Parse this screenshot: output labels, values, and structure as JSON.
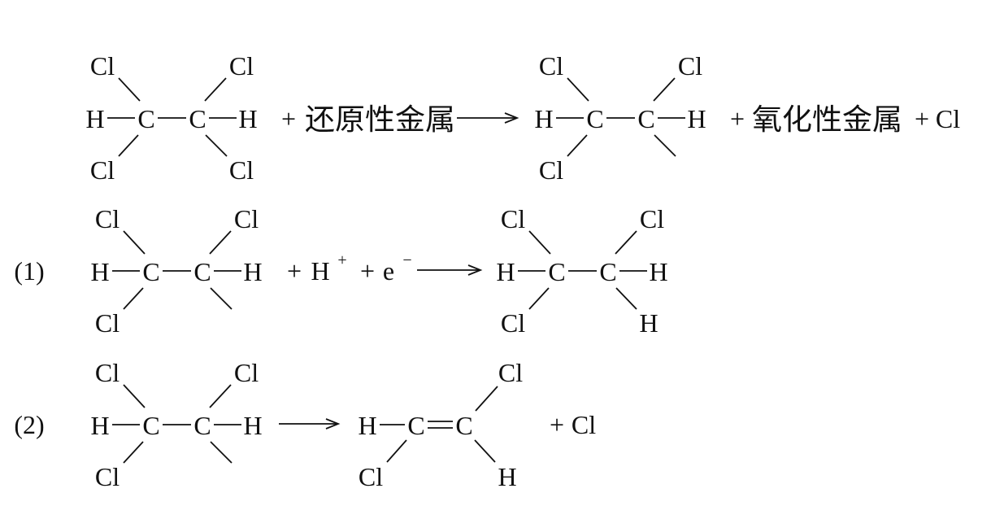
{
  "equations": [
    {
      "reactant": {
        "top_left": "Cl",
        "top_right": "Cl",
        "left": "H",
        "c1": "C",
        "c2": "C",
        "right": "H",
        "bottom_left": "Cl",
        "bottom_right": "Cl"
      },
      "plus_1": "+",
      "reagent": "还原性金属",
      "product": {
        "top_left": "Cl",
        "top_right": "Cl",
        "left": "H",
        "c1": "C",
        "c2": "C",
        "right": "H",
        "bottom_left": "Cl"
      },
      "plus_2": "+",
      "byproduct_1": "氧化性金属",
      "plus_3": "+",
      "byproduct_2": "Cl"
    },
    {
      "label": "(1)",
      "reactant": {
        "top_left": "Cl",
        "top_right": "Cl",
        "left": "H",
        "c1": "C",
        "c2": "C",
        "right": "H",
        "bottom_left": "Cl"
      },
      "plus_1": "+",
      "proton": {
        "symbol": "H",
        "charge": "+"
      },
      "plus_2": "+",
      "electron": {
        "symbol": "e",
        "charge": "−"
      },
      "product": {
        "top_left": "Cl",
        "top_right": "Cl",
        "left": "H",
        "c1": "C",
        "c2": "C",
        "right": "H",
        "bottom_left": "Cl",
        "bottom_right": "H"
      }
    },
    {
      "label": "(2)",
      "reactant": {
        "top_left": "Cl",
        "top_right": "Cl",
        "left": "H",
        "c1": "C",
        "c2": "C",
        "right": "H",
        "bottom_left": "Cl"
      },
      "product": {
        "left": "H",
        "c1": "C",
        "c2": "C",
        "top_right": "Cl",
        "bottom_left": "Cl",
        "bottom_right": "H"
      },
      "plus_1": "+",
      "byproduct": "Cl"
    }
  ]
}
